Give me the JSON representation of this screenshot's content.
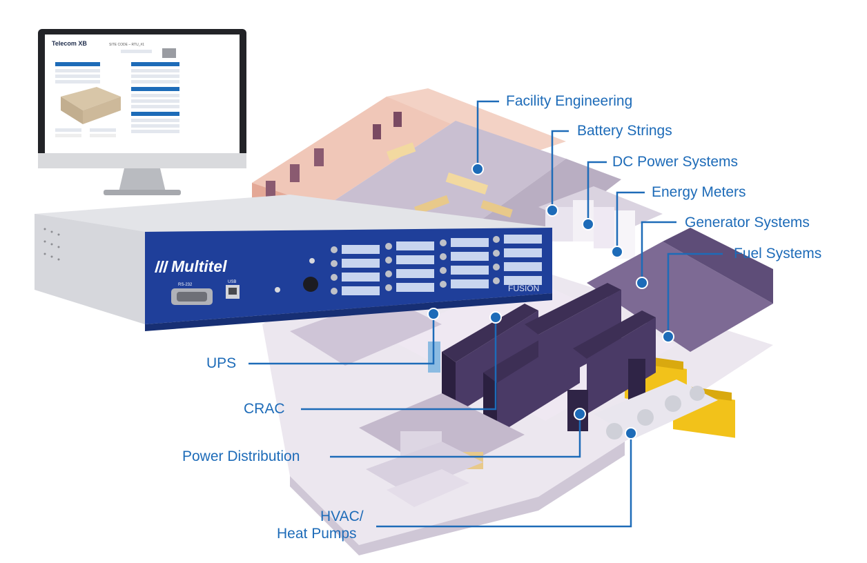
{
  "monitor": {
    "logo": "Telecom XB",
    "site": "SITE CODE – RTU_#1"
  },
  "device": {
    "brand": "Multitel",
    "model": "FUSION",
    "port_serial": "RS-232",
    "port_usb": "USB"
  },
  "callouts": {
    "facility_engineering": "Facility Engineering",
    "battery_strings": "Battery Strings",
    "dc_power_systems": "DC Power Systems",
    "energy_meters": "Energy Meters",
    "generator_systems": "Generator Systems",
    "fuel_systems": "Fuel Systems",
    "ups": "UPS",
    "crac": "CRAC",
    "power_distribution": "Power Distribution",
    "hvac_line1": "HVAC/",
    "hvac_line2": "Heat Pumps"
  },
  "colors": {
    "accent": "#1d6bb8",
    "device_blue": "#1f3f9a",
    "building_wall": "#e8b8a8",
    "building_floor": "#b9aec2",
    "rack": "#3d2f55",
    "generator": "#f2c21a"
  }
}
